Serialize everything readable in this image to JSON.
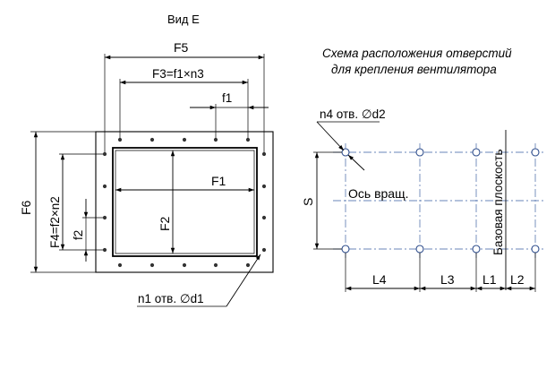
{
  "view": {
    "title": "Вид Е"
  },
  "schema": {
    "title_line1": "Схема расположения отверстий",
    "title_line2": "для крепления вентилятора"
  },
  "flange": {
    "dims": {
      "F5": "F5",
      "F3": "F3=f1×n3",
      "f1": "f1",
      "F1": "F1",
      "F2": "F2",
      "F6": "F6",
      "F4": "F4=f2×n2",
      "f2": "f2"
    },
    "holes_label": "n1 отв. ∅d1"
  },
  "fan": {
    "holes_label": "n4 отв. ∅d2",
    "axis_label": "Ось вращ.",
    "base_plane": "Базовая плоскость",
    "S": "S",
    "L4": "L4",
    "L3": "L3",
    "L1": "L1",
    "L2": "L2"
  },
  "colors": {
    "hole_outline": "#2e4d8c",
    "centerline": "#6a86b8"
  }
}
